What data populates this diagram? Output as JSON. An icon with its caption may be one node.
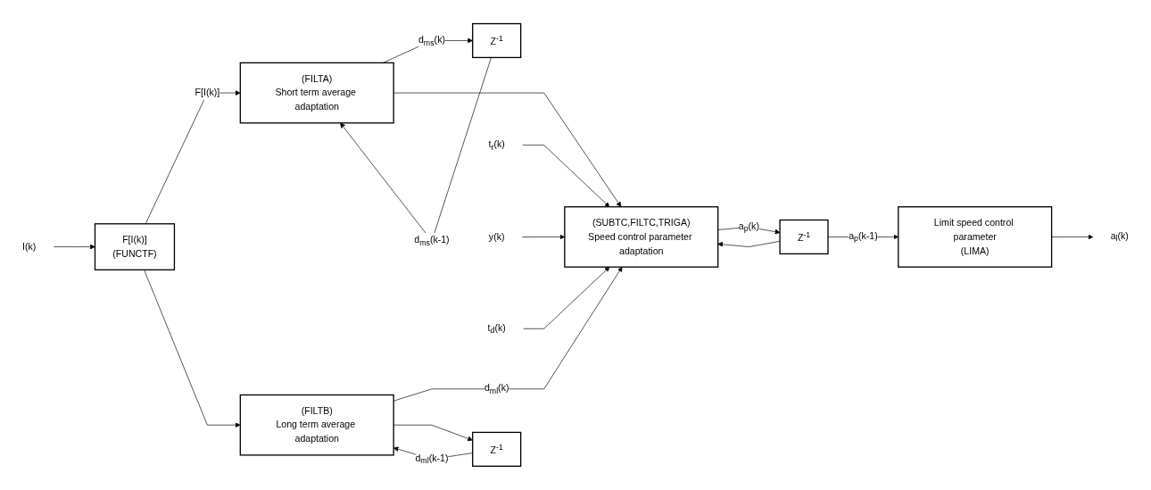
{
  "diagram": {
    "nodes": [
      {
        "text": [
          "I(k)"
        ]
      },
      {
        "text": [
          "F[I(k)]",
          "(FUNCTF)"
        ]
      },
      {
        "text": [
          "(FILTA)",
          "Short term average adaptation"
        ]
      },
      {
        "text": [
          "(FILTB)",
          "Long term average adaptation"
        ]
      },
      {
        "text": [
          "Z$^{-1}$"
        ]
      },
      {
        "text": [
          "Z$^{-1}$"
        ]
      },
      {
        "text": [
          "t$_{r}$(k)"
        ]
      },
      {
        "text": [
          "y(k)"
        ]
      },
      {
        "text": [
          "t$_{d}$(k)"
        ]
      },
      {
        "text": [
          "(SUBTC,FILTC,TRIGA)",
          "Speed control parameter adaptation"
        ]
      },
      {
        "text": [
          "Z$^{-1}$"
        ]
      },
      {
        "text": [
          "Limit speed control parameter",
          "(LIMA)"
        ]
      },
      {
        "text": [
          "a$_{l}$(k)"
        ]
      }
    ],
    "edges": [
      {
        "from": 0,
        "to": 1,
        "arrow": "to"
      },
      {
        "from": 1,
        "to": 2,
        "arrow": "to",
        "label": "F[I(k)]"
      },
      {
        "from": 1,
        "to": 3,
        "arrow": "to"
      },
      {
        "from": 2,
        "to": 4,
        "arrow": "to",
        "label": "d$_{ms}$(k)"
      },
      {
        "from": 2,
        "to": 9,
        "arrow": "to"
      },
      {
        "from": 4,
        "to": 2,
        "arrow": "to",
        "label": "d$_{ms}$(k-1)"
      },
      {
        "from": 3,
        "to": 9,
        "arrow": "to",
        "label": "d$_{ml}$(k)"
      },
      {
        "from": 3,
        "to": 5,
        "arrow": "to"
      },
      {
        "from": 5,
        "to": 3,
        "arrow": "to",
        "label": "d$_{ml}$(k-1)"
      },
      {
        "from": 6,
        "to": 9,
        "arrow": "to"
      },
      {
        "from": 7,
        "to": 9,
        "arrow": "to"
      },
      {
        "from": 8,
        "to": 9,
        "arrow": "to"
      },
      {
        "from": 9,
        "to": 10,
        "arrow": "to",
        "label": "a$_{p}$(k)"
      },
      {
        "from": 10,
        "to": 11,
        "arrow": "to",
        "label": "a$_{p}$(k-1)"
      },
      {
        "from": 10,
        "to": 9,
        "arrow": "to"
      },
      {
        "from": 11,
        "to": 12,
        "arrow": "to"
      }
    ]
  }
}
